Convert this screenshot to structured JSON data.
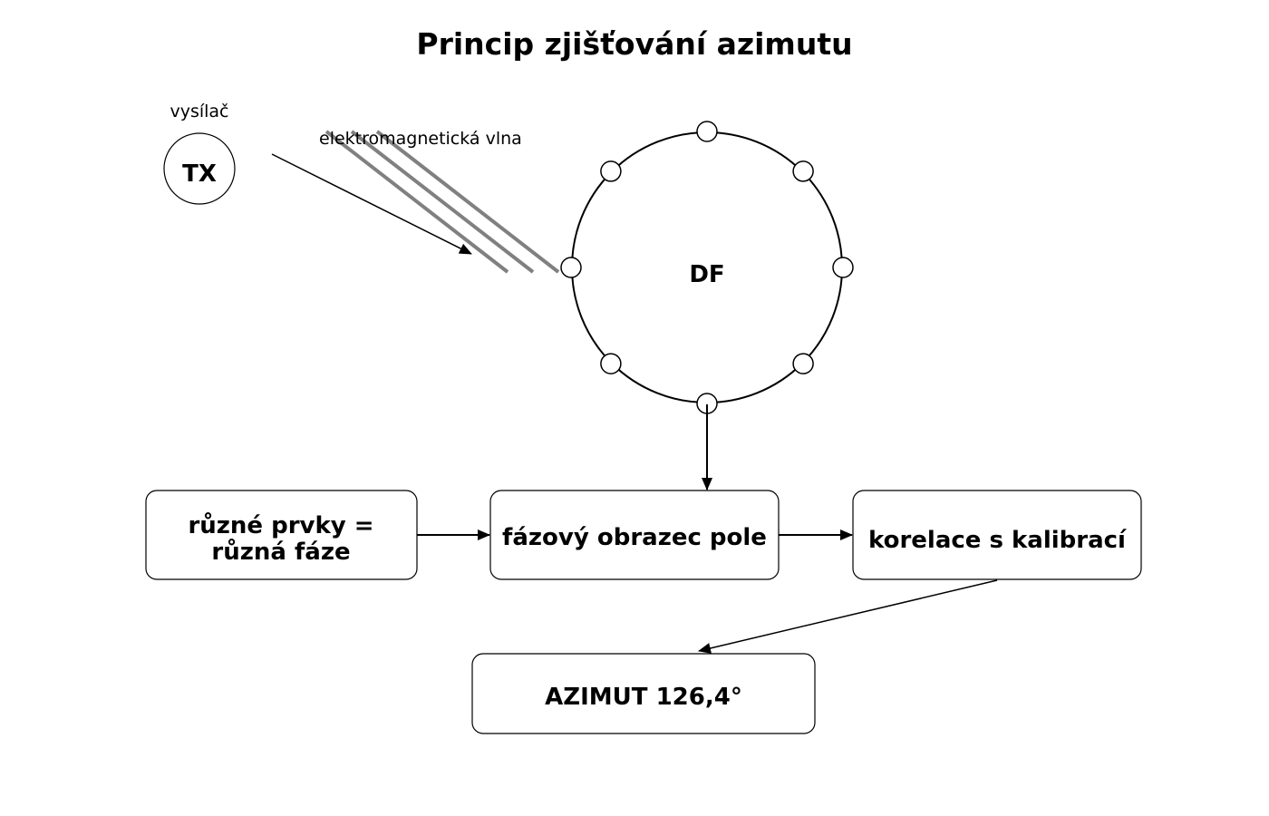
{
  "title": "Princip zjišťování azimutu",
  "transmitter": {
    "caption": "vysílač",
    "label": "TX"
  },
  "wave": {
    "label": "elektromagnetická vlna"
  },
  "df_array": {
    "label": "DF",
    "antenna_count": 8
  },
  "boxes": {
    "elements": {
      "line1": "různé prvky =",
      "line2": "různá fáze"
    },
    "phase_pattern": "fázový obrazec pole",
    "correlation": "korelace s kalibrací",
    "azimuth": "AZIMUT 126,4°"
  },
  "colors": {
    "wave": "#808080",
    "stroke": "#000000",
    "background": "#ffffff"
  }
}
